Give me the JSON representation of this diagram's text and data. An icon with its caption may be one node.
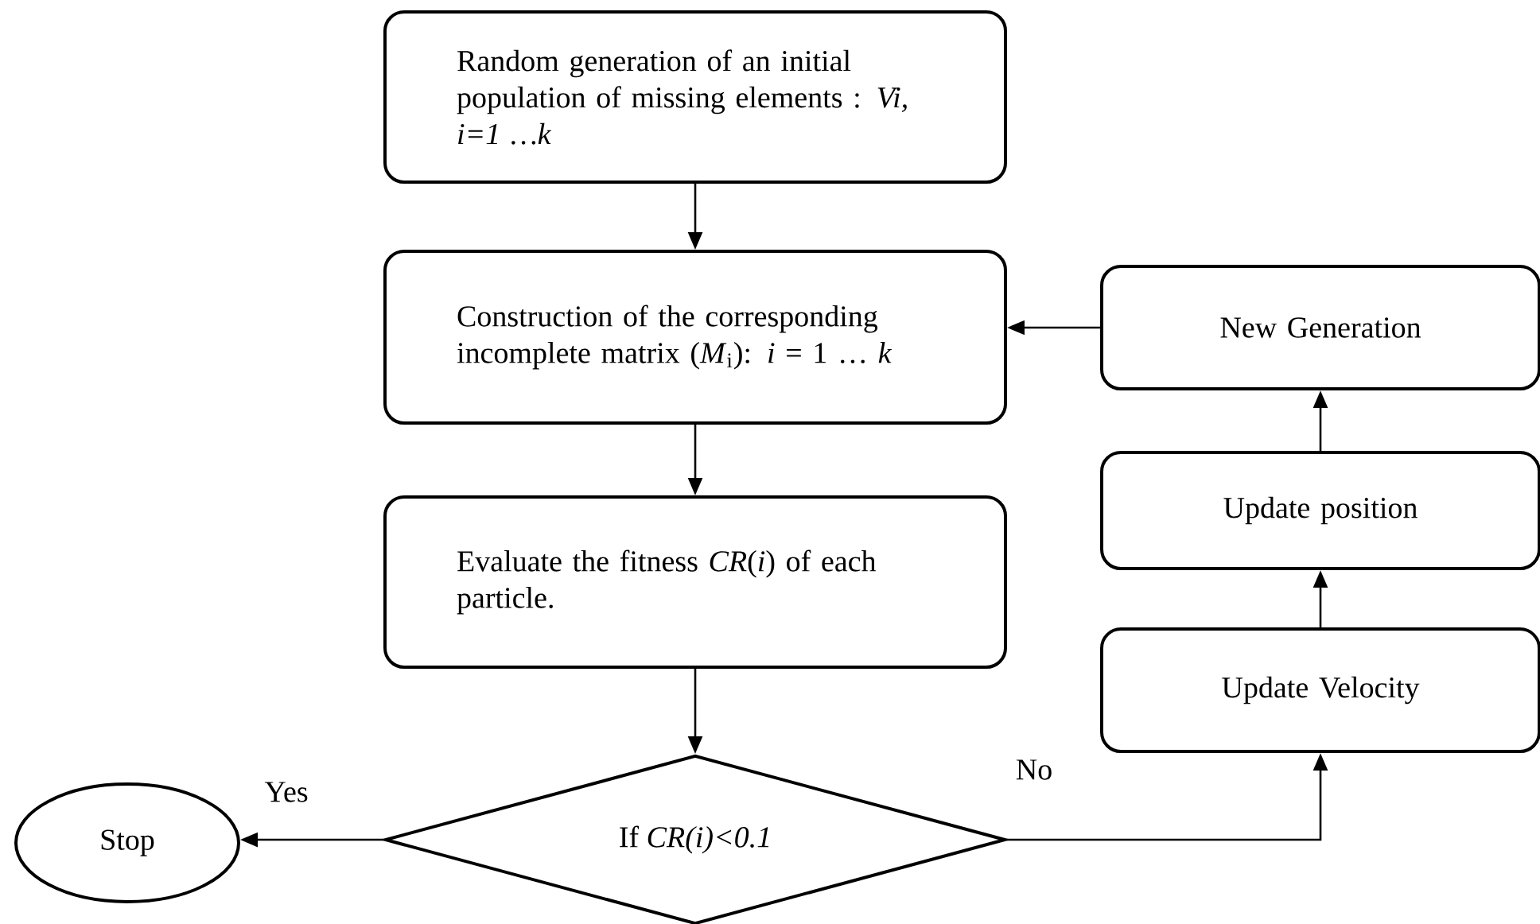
{
  "diagram": {
    "nodes": [
      {
        "text": [
          "Random generation of an initial population of missing elements : *Vi, i=1 …k*"
        ]
      },
      {
        "text": [
          "Construction of the corresponding incomplete matrix (*M*$_{i}$): *i* = 1 … *k*"
        ]
      },
      {
        "text": [
          "Evaluate the fitness *CR*(*i*) of each particle."
        ]
      },
      {
        "text": [
          "If *CR(i)<0.1*"
        ]
      },
      {
        "text": [
          "Stop"
        ]
      },
      {
        "text": [
          "New Generation"
        ]
      },
      {
        "text": [
          "Update position"
        ]
      },
      {
        "text": [
          "Update Velocity"
        ]
      }
    ],
    "edges": [
      {
        "from": 0,
        "to": 1,
        "arrow": "to"
      },
      {
        "from": 1,
        "to": 2,
        "arrow": "to"
      },
      {
        "from": 2,
        "to": 3,
        "arrow": "to"
      },
      {
        "from": 3,
        "to": 4,
        "arrow": "to",
        "label": "Yes"
      },
      {
        "from": 3,
        "to": 7,
        "arrow": "to",
        "label": "No"
      },
      {
        "from": 7,
        "to": 6,
        "arrow": "to"
      },
      {
        "from": 6,
        "to": 5,
        "arrow": "to"
      },
      {
        "from": 5,
        "to": 1,
        "arrow": "to"
      }
    ]
  }
}
